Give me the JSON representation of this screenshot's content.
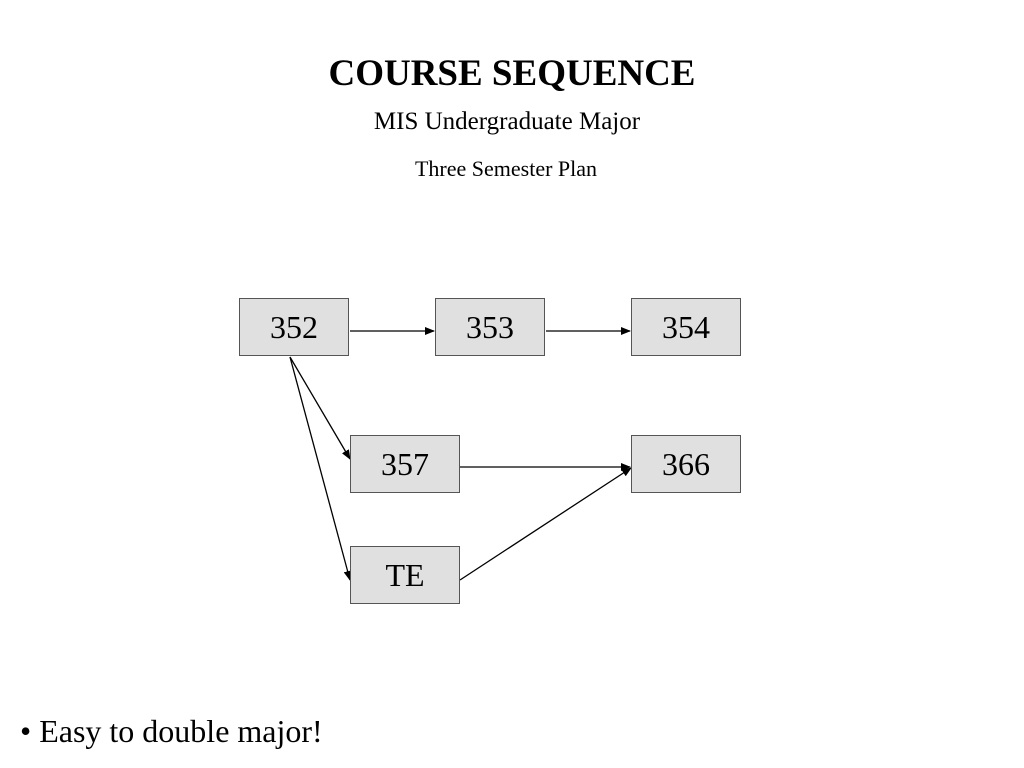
{
  "header": {
    "title": "COURSE SEQUENCE",
    "subtitle": "MIS Undergraduate Major",
    "plan": "Three Semester Plan"
  },
  "diagram": {
    "nodes": {
      "n352": "352",
      "n353": "353",
      "n354": "354",
      "n357": "357",
      "n366": "366",
      "nTE": "TE"
    },
    "edges": [
      {
        "from": "352",
        "to": "353"
      },
      {
        "from": "353",
        "to": "354"
      },
      {
        "from": "352",
        "to": "357"
      },
      {
        "from": "352",
        "to": "TE"
      },
      {
        "from": "357",
        "to": "366"
      },
      {
        "from": "TE",
        "to": "366"
      }
    ],
    "colors": {
      "node_fill": "#e0e0e0",
      "node_border": "#555555",
      "edge": "#000000"
    }
  },
  "footer": {
    "bullet": "• Easy to double major!"
  }
}
